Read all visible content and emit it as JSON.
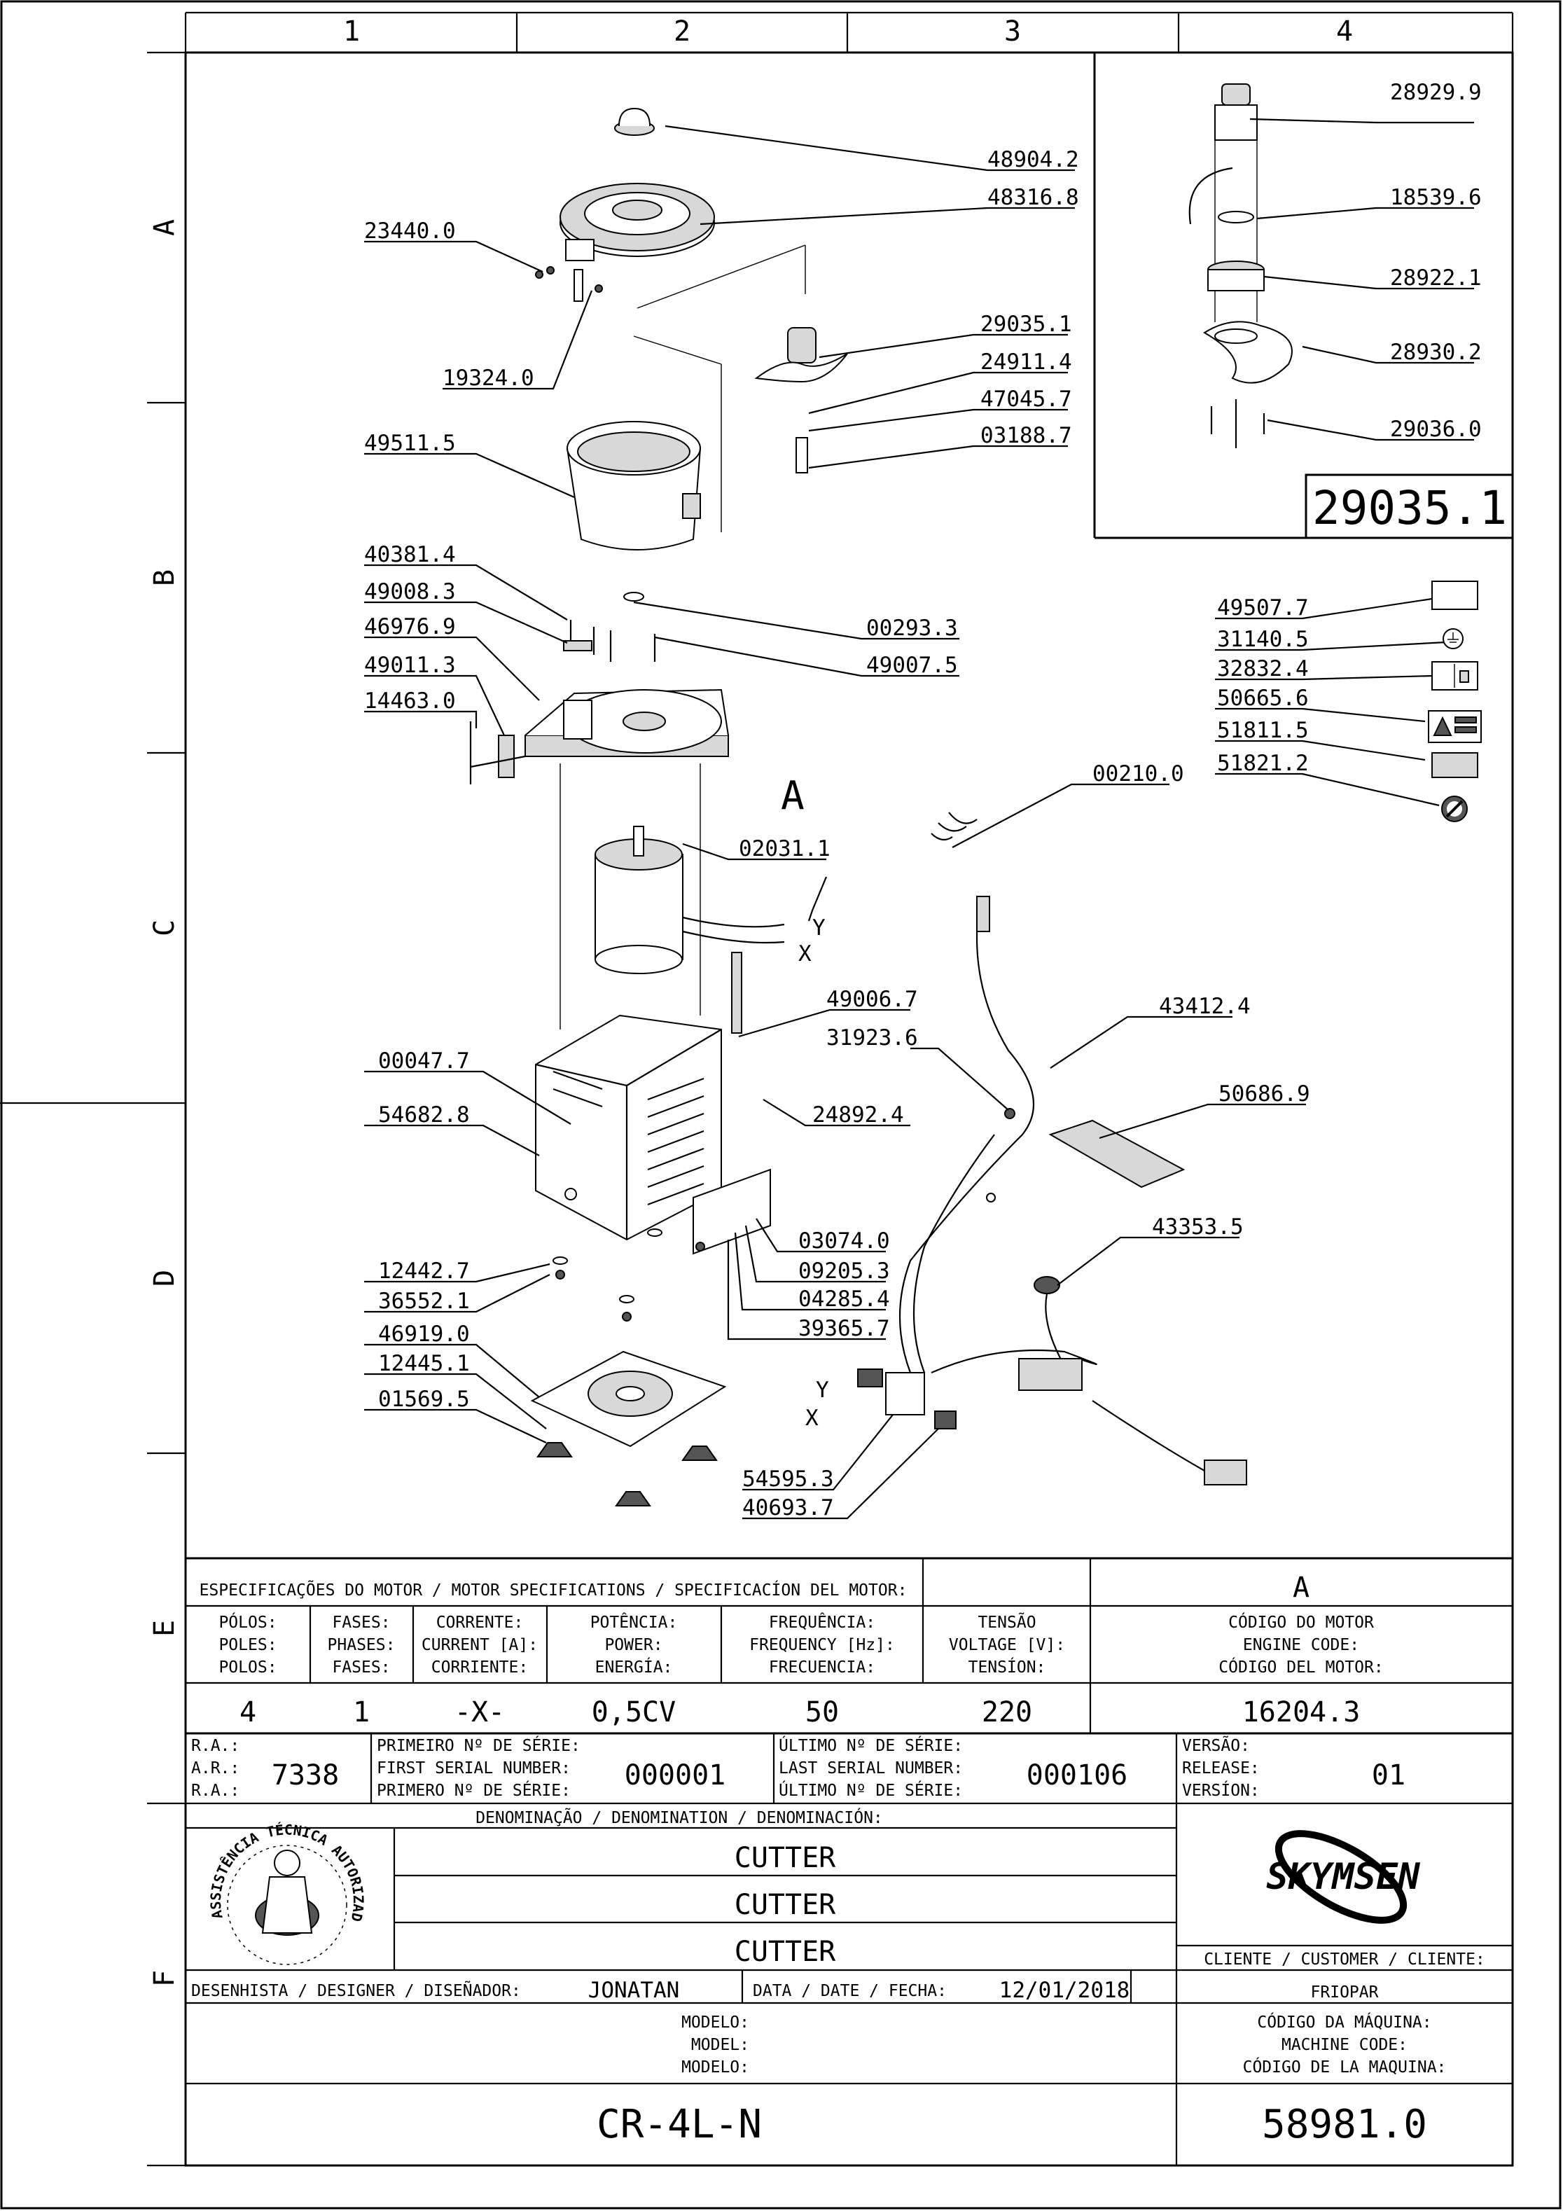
{
  "grid": {
    "columns": [
      "1",
      "2",
      "3",
      "4"
    ],
    "rows": [
      "A",
      "B",
      "C",
      "D",
      "E",
      "F"
    ]
  },
  "callouts": {
    "c48904_2": "48904.2",
    "c48316_8": "48316.8",
    "c23440_0": "23440.0",
    "c19324_0": "19324.0",
    "c29035_1": "29035.1",
    "c24911_4": "24911.4",
    "c47045_7": "47045.7",
    "c03188_7": "03188.7",
    "c49511_5": "49511.5",
    "c40381_4": "40381.4",
    "c49008_3": "49008.3",
    "c46976_9": "46976.9",
    "c49011_3": "49011.3",
    "c14463_0": "14463.0",
    "c00293_3": "00293.3",
    "c49007_5": "49007.5",
    "c02031_1": "02031.1",
    "c00210_0": "00210.0",
    "c49006_7": "49006.7",
    "c31923_6": "31923.6",
    "c43412_4": "43412.4",
    "c50686_9": "50686.9",
    "c00047_7": "00047.7",
    "c54682_8": "54682.8",
    "c24892_4": "24892.4",
    "c03074_0": "03074.0",
    "c09205_3": "09205.3",
    "c04285_4": "04285.4",
    "c39365_7": "39365.7",
    "c43353_5": "43353.5",
    "c12442_7": "12442.7",
    "c36552_1": "36552.1",
    "c46919_0": "46919.0",
    "c12445_1": "12445.1",
    "c01569_5": "01569.5",
    "c54595_3": "54595.3",
    "c40693_7": "40693.7",
    "c28929_9": "28929.9",
    "c18539_6": "18539.6",
    "c28922_1": "28922.1",
    "c28930_2": "28930.2",
    "c29036_0": "29036.0",
    "c49507_7": "49507.7",
    "c31140_5": "31140.5",
    "c32832_4": "32832.4",
    "c50665_6": "50665.6",
    "c51811_5": "51811.5",
    "c51821_2": "51821.2"
  },
  "detail_box": {
    "code": "29035.1"
  },
  "motor_marker": "A",
  "wire_labels": {
    "y": "Y",
    "x": "X"
  },
  "specs": {
    "title": "ESPECIFICAÇÕES DO MOTOR / MOTOR SPECIFICATIONS / SPECIFICACÍON DEL MOTOR:",
    "motor_ref": "A",
    "headers": [
      [
        "PÓLOS:",
        "POLES:",
        "POLOS:"
      ],
      [
        "FASES:",
        "PHASES:",
        "FASES:"
      ],
      [
        "CORRENTE:",
        "CURRENT [A]:",
        "CORRIENTE:"
      ],
      [
        "POTÊNCIA:",
        "POWER:",
        "ENERGÍA:"
      ],
      [
        "FREQUÊNCIA:",
        "FREQUENCY [Hz]:",
        "FRECUENCIA:"
      ],
      [
        "TENSÃO",
        "VOLTAGE [V]:",
        "TENSÍON:"
      ],
      [
        "CÓDIGO DO MOTOR",
        "ENGINE CODE:",
        "CÓDIGO DEL MOTOR:"
      ]
    ],
    "values": [
      "4",
      "1",
      "-X-",
      "0,5CV",
      "50",
      "220",
      "16204.3"
    ]
  },
  "serial": {
    "ra_labels": [
      "R.A.:",
      "A.R.:",
      "R.A.:"
    ],
    "ra_value": "7338",
    "first_labels": [
      "PRIMEIRO Nº DE SÉRIE:",
      "FIRST SERIAL NUMBER:",
      "PRIMERO Nº DE SÉRIE:"
    ],
    "first_value": "000001",
    "last_labels": [
      "ÚLTIMO Nº DE SÉRIE:",
      "LAST SERIAL NUMBER:",
      "ÚLTIMO Nº DE SÉRIE:"
    ],
    "last_value": "000106",
    "version_labels": [
      "VERSÃO:",
      "RELEASE:",
      "VERSÍON:"
    ],
    "version_value": "01"
  },
  "denomination": {
    "title": "DENOMINAÇÃO / DENOMINATION / DENOMINACIÓN:",
    "lines": [
      "CUTTER",
      "CUTTER",
      "CUTTER"
    ]
  },
  "logo": {
    "text": "ASSISTÊNCIA TÉCNICA AUTORIZADA"
  },
  "brand": "SKYMSEN",
  "customer": {
    "label": "CLIENTE / CUSTOMER / CLIENTE:",
    "value": "FRIOPAR"
  },
  "designer": {
    "label": "DESENHISTA / DESIGNER / DISEÑADOR:",
    "value": "JONATAN"
  },
  "date": {
    "label": "DATA / DATE / FECHA:",
    "value": "12/01/2018"
  },
  "model": {
    "labels": [
      "MODELO:",
      "MODEL:",
      "MODELO:"
    ],
    "value": "CR-4L-N"
  },
  "machine_code": {
    "labels": [
      "CÓDIGO DA MÁQUINA:",
      "MACHINE CODE:",
      "CÓDIGO DE LA MAQUINA:"
    ],
    "value": "58981.0"
  }
}
